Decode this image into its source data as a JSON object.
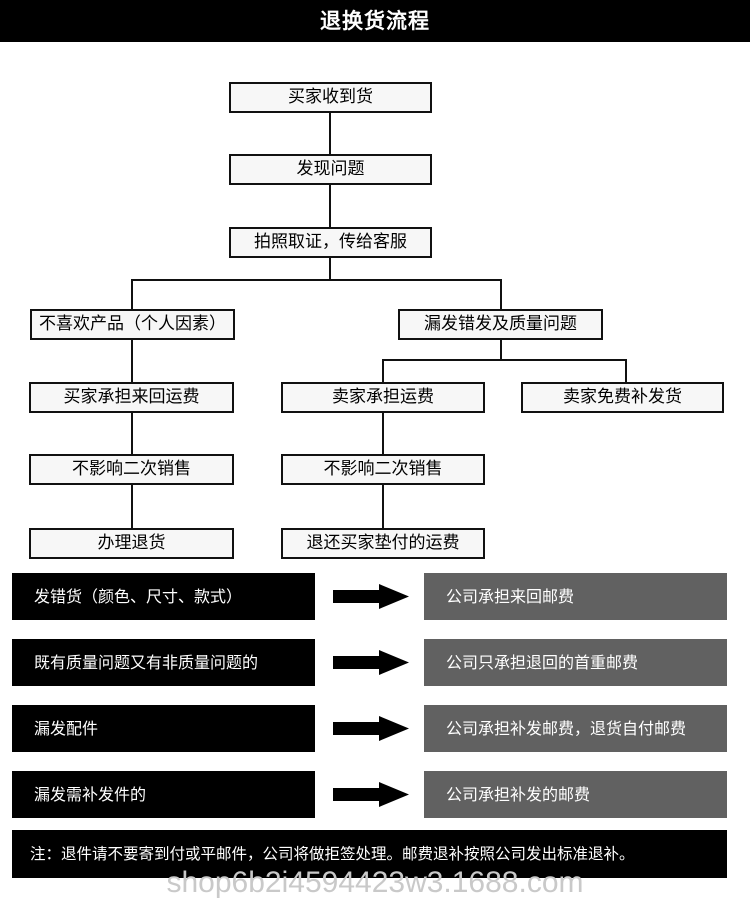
{
  "header": {
    "title": "退换货流程",
    "background_color": "#000000",
    "text_color": "#ffffff"
  },
  "flowchart": {
    "type": "flowchart",
    "nodes": [
      {
        "id": "n1",
        "label": "买家收到货"
      },
      {
        "id": "n2",
        "label": "发现问题"
      },
      {
        "id": "n3",
        "label": "拍照取证，传给客服"
      },
      {
        "id": "n4",
        "label": "不喜欢产品（个人因素）"
      },
      {
        "id": "n5",
        "label": "漏发错发及质量问题"
      },
      {
        "id": "n6",
        "label": "买家承担来回运费"
      },
      {
        "id": "n7",
        "label": "卖家承担运费"
      },
      {
        "id": "n8",
        "label": "卖家免费补发货"
      },
      {
        "id": "n9",
        "label": "不影响二次销售"
      },
      {
        "id": "n10",
        "label": "不影响二次销售"
      },
      {
        "id": "n11",
        "label": "办理退货"
      },
      {
        "id": "n12",
        "label": "退还买家垫付的运费"
      }
    ]
  },
  "mapping_table": {
    "cause_color": "#000000",
    "result_color": "#616161",
    "text_color": "#ffffff",
    "arrow_icon": "right-arrow-icon",
    "rows": [
      {
        "cause": "发错货（颜色、尺寸、款式）",
        "result": "公司承担来回邮费"
      },
      {
        "cause": "既有质量问题又有非质量问题的",
        "result": "公司只承担退回的首重邮费"
      },
      {
        "cause": "漏发配件",
        "result": "公司承担补发邮费，退货自付邮费"
      },
      {
        "cause": "漏发需补发件的",
        "result": "公司承担补发的邮费"
      }
    ]
  },
  "footer": {
    "note": "注：退件请不要寄到付或平邮件，公司将做拒签处理。邮费退补按照公司发出标准退补。"
  },
  "watermark": {
    "text": "shop6b2i4594423w3.1688.com"
  }
}
